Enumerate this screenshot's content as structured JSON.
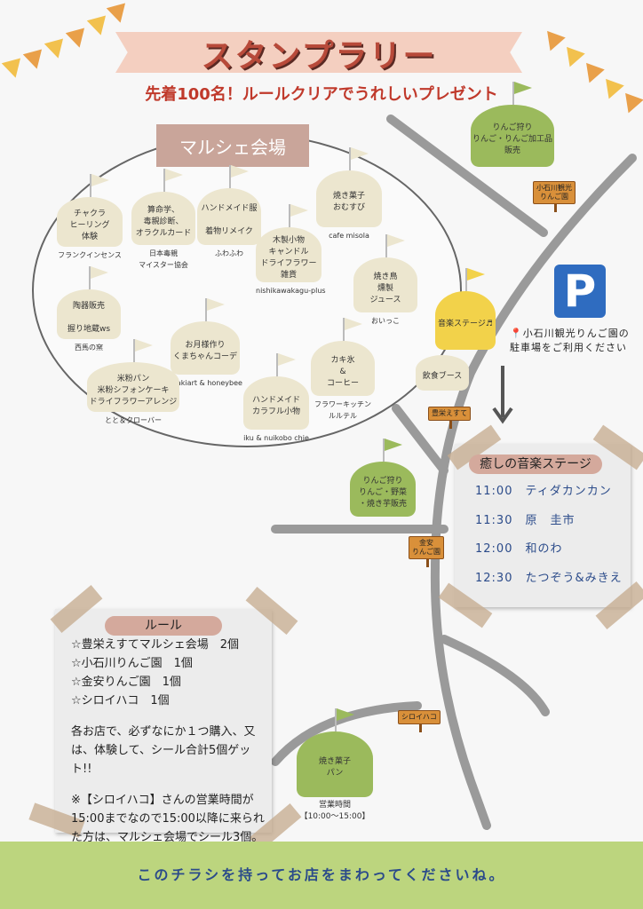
{
  "header": {
    "title": "スタンプラリー",
    "subtitle": "先着100名！ルールクリアでうれしいプレゼント"
  },
  "marche": {
    "label": "マルシェ会場",
    "booths": [
      {
        "name": "チャクラ\nヒーリング\n体験",
        "vendor": "フランクインセンス"
      },
      {
        "name": "算命学、\n毒親診断、\nオラクルカード",
        "vendor": "日本毒親\nマイスター協会"
      },
      {
        "name": "ハンドメイド服\n\n着物リメイク",
        "vendor": "ふわふわ"
      },
      {
        "name": "焼き菓子\nおむすび",
        "vendor": "cafe misola"
      },
      {
        "name": "木製小物\nキャンドル\nドライフラワー\n雑貨",
        "vendor": "nishikawakagu-plus"
      },
      {
        "name": "焼き鳥\n燻製\nジュース",
        "vendor": "おいっこ"
      },
      {
        "name": "陶器販売\n\n握り地蔵ws",
        "vendor": "西馬の窯"
      },
      {
        "name": "お月様作り\nくまちゃんコーデ",
        "vendor": "Makiart & honeybee"
      },
      {
        "name": "米粉パン\n米粉シフォンケーキ\nドライフラワーアレンジ",
        "vendor": "とと＆クローバー"
      },
      {
        "name": "カキ氷\n&\nコーヒー",
        "vendor": "フラワーキッチン\nルルテル"
      },
      {
        "name": "ハンドメイド\nカラフル小物",
        "vendor": "iku & nuikobo chie"
      }
    ]
  },
  "map": {
    "apple_top": "りんご狩り\nりんご・りんご加工品\n販売",
    "apple_mid": "りんご狩り\nりんご・野菜\n・焼き芋販売",
    "bake": "焼き菓子\nパン",
    "music_stage": "音楽ステージ♬",
    "food_booth": "飲食ブース",
    "hours_label": "営業時間\n【10:00～15:00】",
    "signs": {
      "koishikawa": "小石川観光\nりんご園",
      "housei": "豊栄えすて",
      "kanayasu": "金安\nりんご園",
      "shiroihako": "シロイハコ"
    },
    "parking_symbol": "P",
    "parking_note": "📍小石川観光りんご園の\n駐車場をご利用ください"
  },
  "music": {
    "title": "癒しの音楽ステージ",
    "schedule": [
      {
        "time": "11:00",
        "act": "ティダカンカン"
      },
      {
        "time": "11:30",
        "act": "原　圭市"
      },
      {
        "time": "12:00",
        "act": "和のわ"
      },
      {
        "time": "12:30",
        "act": "たつぞう&みきえ"
      }
    ]
  },
  "rules": {
    "title": "ルール",
    "lines": [
      "☆豊栄えすてマルシェ会場　2個",
      "☆小石川りんご園　1個",
      "☆金安りんご園　1個",
      "☆シロイハコ　1個"
    ],
    "body": "各お店で、必ずなにか１つ購入、又は、体験して、シール合計5個ゲット!!",
    "note": "※【シロイハコ】さんの営業時間が15:00までなので15:00以降に来られた方は、マルシェ会場でシール3個。"
  },
  "footer": "このチラシを持ってお店をまわってくださいね。",
  "colors": {
    "accent": "#c0392b",
    "tent_green": "#9bba5c",
    "tent_beige": "#ece6cf",
    "stage_yellow": "#f2d24a",
    "road": "#999999",
    "sign": "#d9903a",
    "text_blue": "#2b4b8a"
  }
}
